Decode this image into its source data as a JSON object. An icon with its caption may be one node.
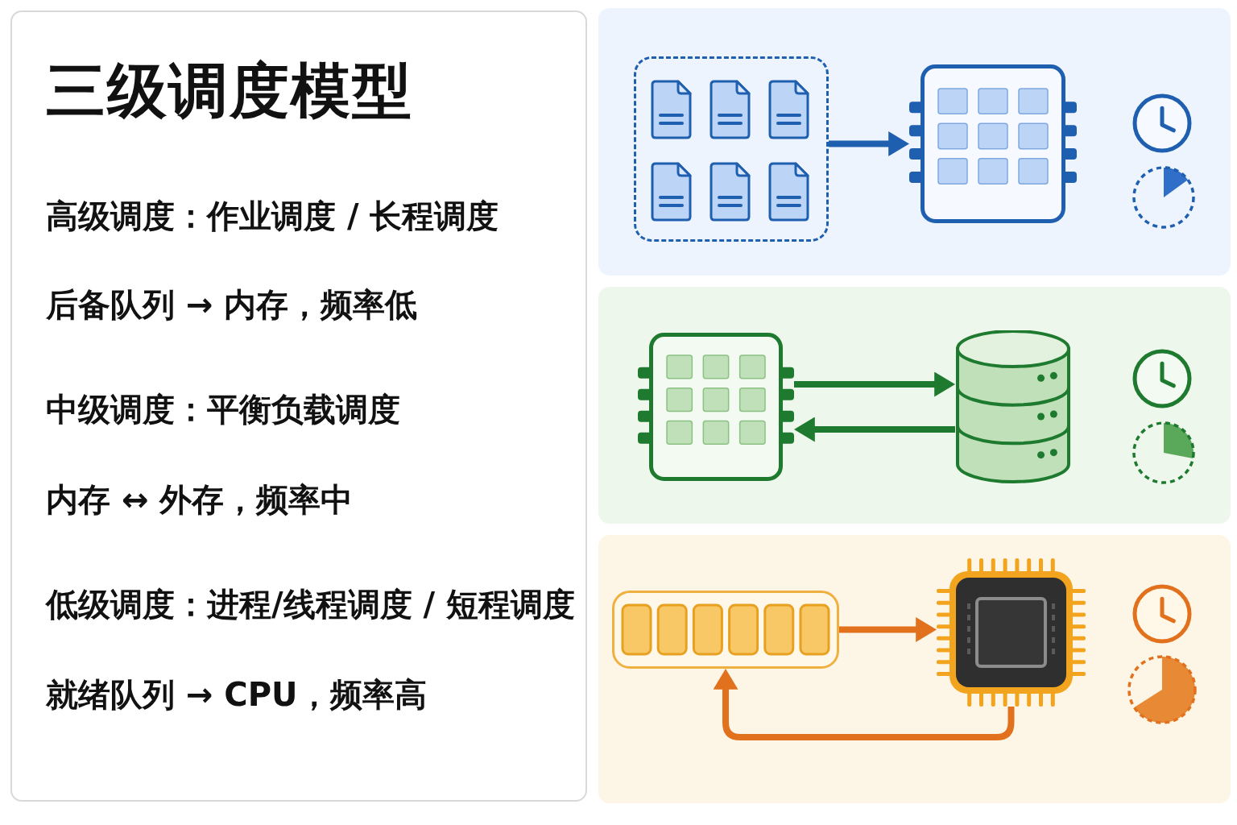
{
  "diagram": {
    "nodes": [
      {
        "text": [
          "三级调度模型",
          "高级调度：作业调度 / 长程调度",
          "后备队列 → 内存，频率低",
          "中级调度：平衡负载调度",
          "内存 ↔ 外存，频率中",
          "低级调度：进程/线程调度 / 短程调度",
          "就绪队列 → CPU，频率高"
        ]
      },
      {
        "text": [],
        "shape": "box"
      },
      {
        "text": [],
        "shape": "box",
        "in": 1
      },
      {
        "text": [],
        "shape": "picture",
        "in": 1
      },
      {
        "text": [],
        "shape": "box"
      },
      {
        "text": [],
        "shape": "picture",
        "in": 4
      },
      {
        "text": [],
        "shape": "cylinder",
        "in": 4
      },
      {
        "text": [],
        "shape": "box"
      },
      {
        "text": [],
        "shape": "box",
        "in": 7
      },
      {
        "text": [],
        "shape": "picture",
        "in": 7
      }
    ],
    "edges": [
      {
        "from": 2,
        "to": 3,
        "arrow": "to",
        "color": "#1f5fb0"
      },
      {
        "from": 5,
        "to": 6,
        "arrow": "to",
        "color": "#1e7a2e"
      },
      {
        "from": 6,
        "to": 5,
        "arrow": "to",
        "color": "#1e7a2e"
      },
      {
        "from": 8,
        "to": 9,
        "arrow": "to",
        "color": "#e2711d"
      },
      {
        "from": 9,
        "to": 8,
        "arrow": "to",
        "color": "#e2711d"
      }
    ]
  }
}
